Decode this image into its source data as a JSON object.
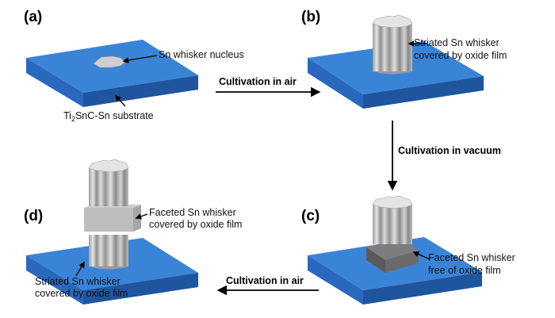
{
  "panels": {
    "a": {
      "label": "(a)",
      "nucleus_label": "Sn whisker nucleus",
      "substrate_label_parts": [
        "Ti",
        "2",
        "SnC-Sn substrate"
      ]
    },
    "b": {
      "label": "(b)",
      "whisker_label_lines": [
        "Striated Sn whisker",
        "covered by oxide film"
      ]
    },
    "c": {
      "label": "(c)",
      "whisker_label_lines": [
        "Faceted Sn whisker",
        "free of oxide film"
      ]
    },
    "d": {
      "label": "(d)",
      "top_label_lines": [
        "Faceted Sn whisker",
        "covered by oxide film"
      ],
      "bottom_label_lines": [
        "Striated Sn whisker",
        "covered by oxide film"
      ]
    }
  },
  "transitions": {
    "a_to_b": "Cultivation in air",
    "b_to_c": "Cultivation in vacuum",
    "c_to_d": "Cultivation in air"
  },
  "colors": {
    "substrate_top": "#3a84d8",
    "substrate_front": "#2a68bd",
    "substrate_side": "#1f559f",
    "whisker_light": "#d6d6d6",
    "whisker_dark": "#8c8c8c",
    "oxide_block": "#c4c4c4",
    "faceted_block_dark": "#5f5f5f",
    "arrow": "#000000"
  }
}
